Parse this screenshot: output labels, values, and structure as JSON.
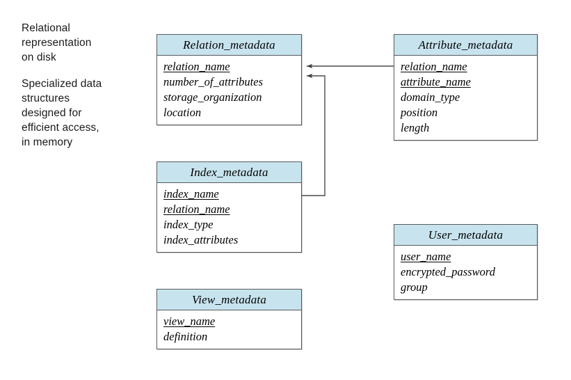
{
  "notes": [
    {
      "id": "note-disk",
      "text": "Relational\nrepresentation\non disk"
    },
    {
      "id": "note-memory",
      "text": "Specialized data\nstructures\ndesigned for\nefficient access,\nin memory"
    }
  ],
  "colors": {
    "header_fill": "#c7e3ee",
    "border": "#555a5c",
    "text": "#000000",
    "note_text": "#1a1a1a",
    "connector": "#4a4a4a",
    "background": "#ffffff"
  },
  "entities": [
    {
      "id": "relation-metadata",
      "title": "Relation_metadata",
      "attributes": [
        {
          "name": "relation_name",
          "key": true
        },
        {
          "name": "number_of_attributes",
          "key": false
        },
        {
          "name": "storage_organization",
          "key": false
        },
        {
          "name": "location",
          "key": false
        }
      ]
    },
    {
      "id": "attribute-metadata",
      "title": "Attribute_metadata",
      "attributes": [
        {
          "name": "relation_name",
          "key": true
        },
        {
          "name": "attribute_name",
          "key": true
        },
        {
          "name": "domain_type",
          "key": false
        },
        {
          "name": "position",
          "key": false
        },
        {
          "name": "length",
          "key": false
        }
      ]
    },
    {
      "id": "index-metadata",
      "title": "Index_metadata",
      "attributes": [
        {
          "name": "index_name",
          "key": true
        },
        {
          "name": "relation_name",
          "key": true
        },
        {
          "name": "index_type",
          "key": false
        },
        {
          "name": "index_attributes",
          "key": false
        }
      ]
    },
    {
      "id": "view-metadata",
      "title": "View_metadata",
      "attributes": [
        {
          "name": "view_name",
          "key": true
        },
        {
          "name": "definition",
          "key": false
        }
      ]
    },
    {
      "id": "user-metadata",
      "title": "User_metadata",
      "attributes": [
        {
          "name": "user_name",
          "key": true
        },
        {
          "name": "encrypted_password",
          "key": false
        },
        {
          "name": "group",
          "key": false
        }
      ]
    }
  ],
  "relationships": [
    {
      "id": "attribute-to-relation",
      "from": "attribute-metadata",
      "to": "relation-metadata",
      "arrow": "single"
    },
    {
      "id": "index-to-relation",
      "from": "index-metadata",
      "to": "relation-metadata",
      "arrow": "single"
    }
  ]
}
